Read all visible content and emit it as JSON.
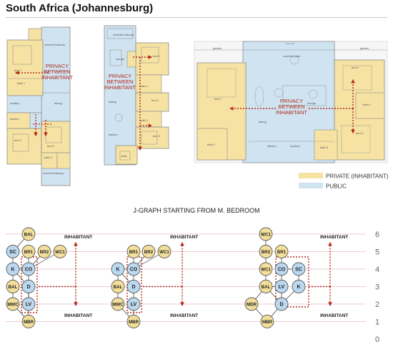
{
  "title": "South Africa (Johannesburg)",
  "colors": {
    "private": "#f6e3a3",
    "public": "#cfe3f1",
    "wall": "#8a8a8a",
    "arrow": "#b52a1a",
    "node_private": "#f2df9c",
    "node_public": "#bcd8ee",
    "level_line": "#e9b9c9"
  },
  "plans": {
    "privacy_label": [
      "PRIVACY",
      "BETWEEN",
      "INHABITANT"
    ],
    "plan1": {
      "rooms": [
        "bed 1",
        "bed 2",
        "bed 3",
        "bath 1",
        "bath 2",
        "scullery",
        "kitchen",
        "dining",
        "covered balcony",
        "covered balcony"
      ]
    },
    "plan2": {
      "rooms": [
        "covered balcony",
        "lounge",
        "bed 1",
        "bed 2",
        "bath 1",
        "bath 2",
        "kitchen",
        "dining",
        "bed 3",
        "bath"
      ]
    },
    "plan3": {
      "top": [
        "garden",
        "garden",
        "slab over",
        "covered patio"
      ],
      "rooms": [
        "bed 1",
        "bed 2",
        "bed 3",
        "bath 1",
        "bath 2",
        "bath 3",
        "lounge",
        "dining",
        "kitchen",
        "scullery"
      ]
    }
  },
  "legend": {
    "items": [
      {
        "label": "PRIVATE (INHABITANT)",
        "color": "#f6e3a3"
      },
      {
        "label": "PUBLIC",
        "color": "#cfe3f1"
      }
    ]
  },
  "graph": {
    "title": "J-GRAPH STARTING FROM M. BEDROOM",
    "levels": [
      "6",
      "5",
      "4",
      "3",
      "2",
      "1",
      "0"
    ],
    "inhabitant_label": "INHABITANT",
    "graphs": [
      {
        "nodes": [
          {
            "id": "BAL",
            "level": 6,
            "type": "private"
          },
          {
            "id": "SC",
            "level": 5,
            "type": "public"
          },
          {
            "id": "BR1",
            "level": 5,
            "type": "private"
          },
          {
            "id": "BR2",
            "level": 5,
            "type": "private"
          },
          {
            "id": "WC1",
            "level": 5,
            "type": "private"
          },
          {
            "id": "K",
            "level": 4,
            "type": "public"
          },
          {
            "id": "CO",
            "level": 4,
            "type": "public"
          },
          {
            "id": "BAL",
            "level": 3,
            "type": "private"
          },
          {
            "id": "D",
            "level": 3,
            "type": "public"
          },
          {
            "id": "MWC",
            "level": 2,
            "type": "private"
          },
          {
            "id": "LV",
            "level": 2,
            "type": "public"
          },
          {
            "id": "MBR",
            "level": 1,
            "type": "private"
          }
        ]
      },
      {
        "nodes": [
          {
            "id": "BR1",
            "level": 5,
            "type": "private"
          },
          {
            "id": "BR2",
            "level": 5,
            "type": "private"
          },
          {
            "id": "WC1",
            "level": 5,
            "type": "private"
          },
          {
            "id": "K",
            "level": 4,
            "type": "public"
          },
          {
            "id": "CO",
            "level": 4,
            "type": "public"
          },
          {
            "id": "BAL",
            "level": 3,
            "type": "private"
          },
          {
            "id": "D",
            "level": 3,
            "type": "public"
          },
          {
            "id": "MWC",
            "level": 2,
            "type": "private"
          },
          {
            "id": "LV",
            "level": 2,
            "type": "public"
          },
          {
            "id": "MBR",
            "level": 1,
            "type": "private"
          }
        ]
      },
      {
        "nodes": [
          {
            "id": "WC1",
            "level": 6,
            "type": "private"
          },
          {
            "id": "BR2",
            "level": 5,
            "type": "private"
          },
          {
            "id": "BR1",
            "level": 5,
            "type": "private"
          },
          {
            "id": "WC1",
            "level": 4,
            "type": "private"
          },
          {
            "id": "CO",
            "level": 4,
            "type": "public"
          },
          {
            "id": "SC",
            "level": 4,
            "type": "public"
          },
          {
            "id": "BAL",
            "level": 3,
            "type": "private"
          },
          {
            "id": "LV",
            "level": 3,
            "type": "public"
          },
          {
            "id": "K",
            "level": 3,
            "type": "public"
          },
          {
            "id": "MDR",
            "level": 2,
            "type": "private"
          },
          {
            "id": "D",
            "level": 2,
            "type": "public"
          },
          {
            "id": "MBR",
            "level": 1,
            "type": "private"
          }
        ]
      }
    ]
  }
}
